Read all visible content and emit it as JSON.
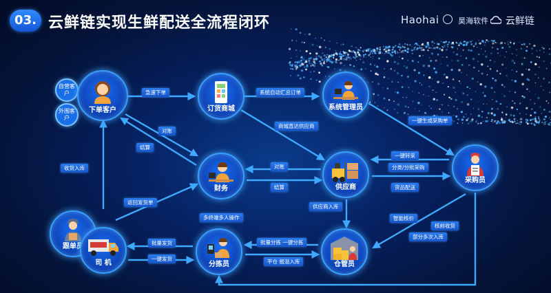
{
  "header": {
    "number": "03.",
    "title": "云鲜链实现生鲜配送全流程闭环"
  },
  "brand": {
    "haohai_logo": "Haohai",
    "haohai_name": "昊海软件",
    "yxl_name": "云鲜链"
  },
  "colors": {
    "background": "#04113a",
    "node": "#1456d6",
    "node_border": "#3aa0ff",
    "arrow": "#3fa9ff",
    "tag": "#1e66e0"
  },
  "nodes": {
    "customer": "下单客户",
    "mall": "订货商城",
    "admin": "系统管理员",
    "finance": "财务",
    "supplier": "供应商",
    "purchaser": "采购员",
    "sorter": "分拣员",
    "warehouse": "仓管员",
    "follower": "跟单员",
    "driver": "司 机"
  },
  "sub_nodes": {
    "self_customer": "自营客户",
    "external_customer": "外围客户"
  },
  "flows": {
    "quick_order": "急速下单",
    "auto_summary": "系统自动汇总订单",
    "mall_direct": "商城直达供应商",
    "one_click_purchase": "一键生成采购单",
    "reconcile_top": "对账",
    "settle_top": "结算",
    "reconcile_mid": "对账",
    "settle_mid": "结算",
    "one_click_convert": "一键转采",
    "category_purchase": "分类/分批采购",
    "goods_delivery": "货品配送",
    "receive_storage": "收货入库",
    "return_note": "返回发货单",
    "supplier_storage": "供应商入库",
    "smart_verify": "智能核价",
    "pre_receive": "核前收货",
    "batch_storage": "部分多次入库",
    "multi_terminal": "多终端多人操作",
    "batch_sort": "批量分拣 一键分拣",
    "level_storage": "平仓 报溢入库",
    "batch_ship": "批量发货",
    "one_click_ship": "一键发货"
  }
}
